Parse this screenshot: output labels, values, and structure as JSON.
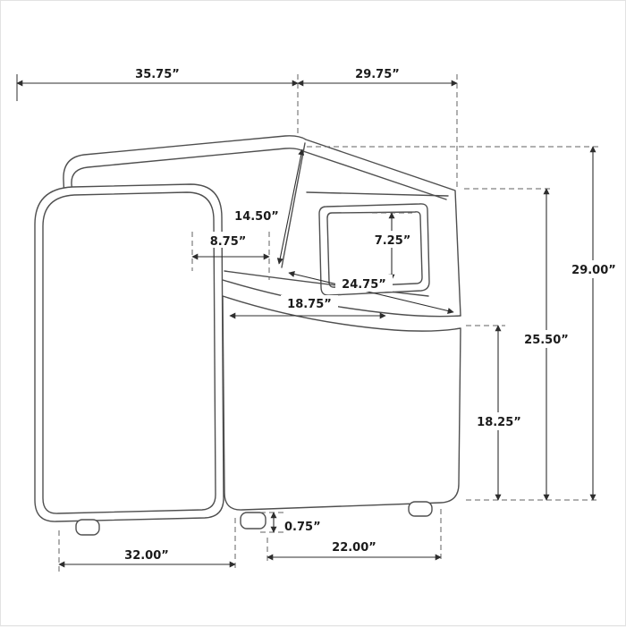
{
  "diagram": {
    "subject": "accent armchair dimension drawing",
    "unit": "inches",
    "colors": {
      "background": "#ffffff",
      "line_art": "#4f4f4f",
      "dimension_lines": "#2e2e2e",
      "label_text": "#1b1b1b"
    },
    "dimensions": {
      "top_depth": "35.75”",
      "top_width": "29.75”",
      "back_slant_height": "14.50”",
      "armrest_width": "8.75”",
      "arm_inner_height": "7.25”",
      "seat_depth_diagonal": "24.75”",
      "seat_width": "18.75”",
      "overall_height": "29.00”",
      "arm_height": "25.50”",
      "seat_side_height": "18.25”",
      "foot_height": "0.75”",
      "base_depth": "32.00”",
      "base_width": "22.00”"
    }
  }
}
